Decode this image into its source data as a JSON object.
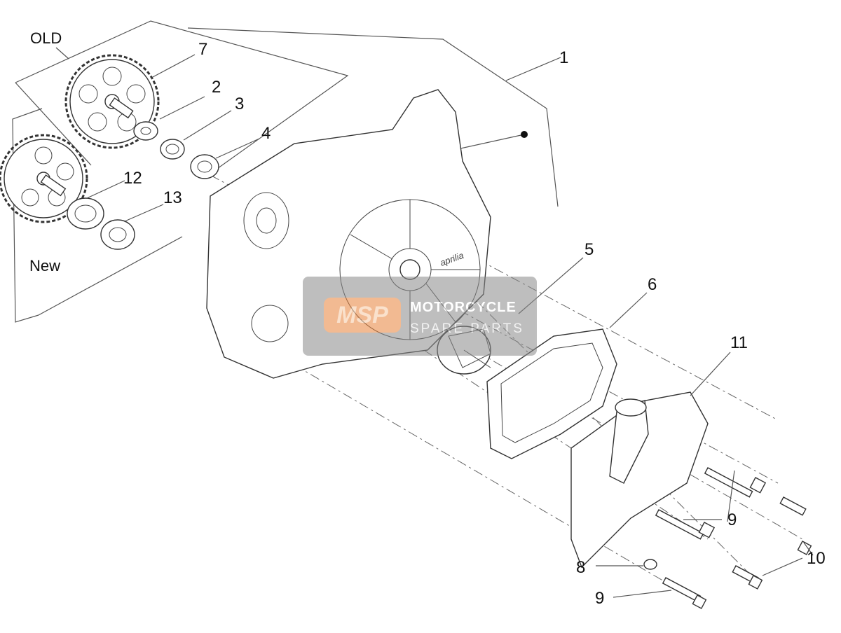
{
  "group_labels": {
    "old": "OLD",
    "new": "New"
  },
  "part_numbers": {
    "p1": "1",
    "p2": "2",
    "p3": "3",
    "p4": "4",
    "p5": "5",
    "p6": "6",
    "p7": "7",
    "p8": "8",
    "p9a": "9",
    "p9b": "9",
    "p10": "10",
    "p11": "11",
    "p12": "12",
    "p13": "13"
  },
  "cover_logo": "aprilia",
  "watermark": {
    "badge": "MSP",
    "line1": "MOTORCYCLE",
    "line2": "SPARE PARTS",
    "colors": {
      "badge": "#e8833a",
      "box": "#8a8a8a"
    }
  }
}
